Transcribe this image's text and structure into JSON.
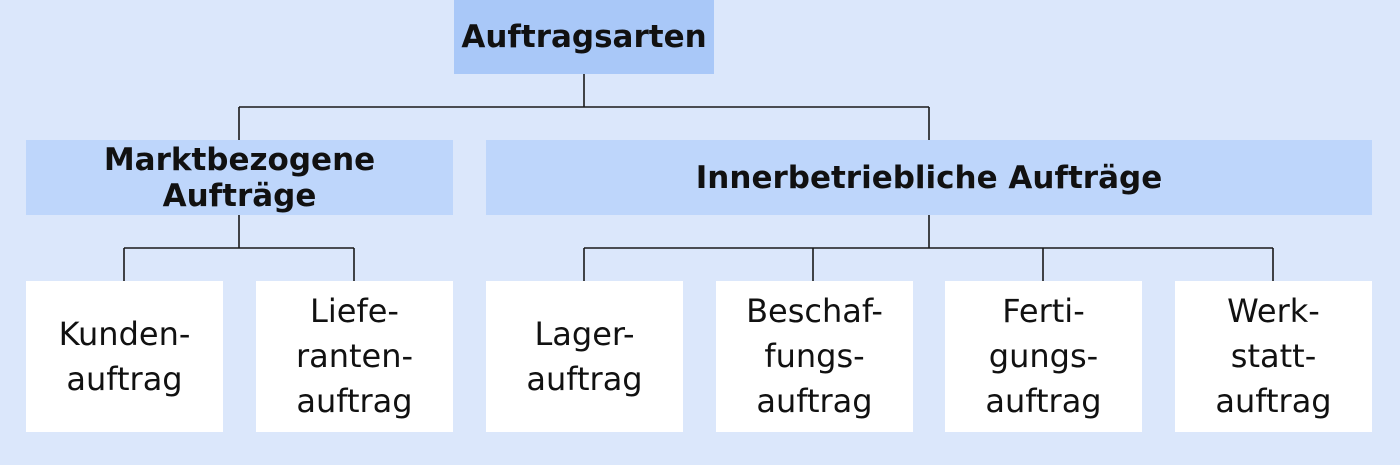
{
  "root": {
    "label": "Auftragsarten"
  },
  "groups": [
    {
      "label": "Marktbezogene Aufträge",
      "children": [
        {
          "lines": [
            "Kunden-",
            "auftrag"
          ]
        },
        {
          "lines": [
            "Liefe-",
            "ranten-",
            "auftrag"
          ]
        }
      ]
    },
    {
      "label": "Innerbetriebliche Aufträge",
      "children": [
        {
          "lines": [
            "Lager-",
            "auftrag"
          ]
        },
        {
          "lines": [
            "Beschaf-",
            "fungs-",
            "auftrag"
          ]
        },
        {
          "lines": [
            "Ferti-",
            "gungs-",
            "auftrag"
          ]
        },
        {
          "lines": [
            "Werk-",
            "statt-",
            "auftrag"
          ]
        }
      ]
    }
  ]
}
